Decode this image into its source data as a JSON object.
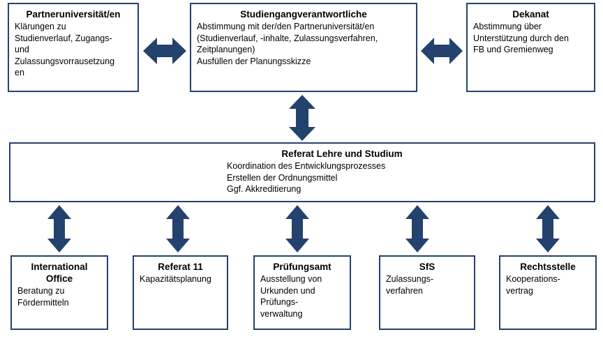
{
  "diagram": {
    "accent_color": "#24426E",
    "background_color": "#ffffff",
    "text_color": "#000000",
    "top_row": [
      {
        "id": "partneruniversitaet",
        "title": "Partneruniversität/en",
        "body": "Klärungen zu\nStudienverlauf, Zugangs-\nund\nZulassungsvorrausetzung\nen"
      },
      {
        "id": "studiengangverantwortliche",
        "title": "Studiengangverantwortliche",
        "body": "Abstimmung mit der/den Partneruniversität/en\n(Studienverlauf, -inhalte, Zulassungsverfahren,\nZeitplanungen)\nAusfüllen der Planungsskizze"
      },
      {
        "id": "dekanat",
        "title": "Dekanat",
        "body": "Abstimmung über\nUnterstützung durch den\nFB und Gremienweg"
      }
    ],
    "middle_row": {
      "id": "referat-lehre-und-studium",
      "title": "Referat Lehre und Studium",
      "body": "Koordination des Entwicklungsprozesses\nErstellen der Ordnungsmittel\nGgf. Akkreditierung"
    },
    "bottom_row": [
      {
        "id": "international-office",
        "title": "International Office",
        "body": "Beratung zu\nFördermitteln"
      },
      {
        "id": "referat-11",
        "title": "Referat 11",
        "body": "Kapazitätsplanung"
      },
      {
        "id": "pruefungsamt",
        "title": "Prüfungsamt",
        "body": "Ausstellung von\nUrkunden und\nPrüfungs-\nverwaltung"
      },
      {
        "id": "sfs",
        "title": "SfS",
        "body": "Zulassungs-\nverfahren"
      },
      {
        "id": "rechtsstelle",
        "title": "Rechtsstelle",
        "body": "Kooperations-\nvertrag"
      }
    ],
    "connectors": [
      {
        "id": "partneruniversitaet-to-studiengangverantwortliche",
        "icon": "double-arrow-horizontal-icon"
      },
      {
        "id": "studiengangverantwortliche-to-dekanat",
        "icon": "double-arrow-horizontal-icon"
      },
      {
        "id": "studiengangverantwortliche-to-referat",
        "icon": "double-arrow-vertical-icon"
      },
      {
        "id": "referat-to-international-office",
        "icon": "double-arrow-vertical-icon"
      },
      {
        "id": "referat-to-referat-11",
        "icon": "double-arrow-vertical-icon"
      },
      {
        "id": "referat-to-pruefungsamt",
        "icon": "double-arrow-vertical-icon"
      },
      {
        "id": "referat-to-sfs",
        "icon": "double-arrow-vertical-icon"
      },
      {
        "id": "referat-to-rechtsstelle",
        "icon": "double-arrow-vertical-icon"
      }
    ]
  }
}
